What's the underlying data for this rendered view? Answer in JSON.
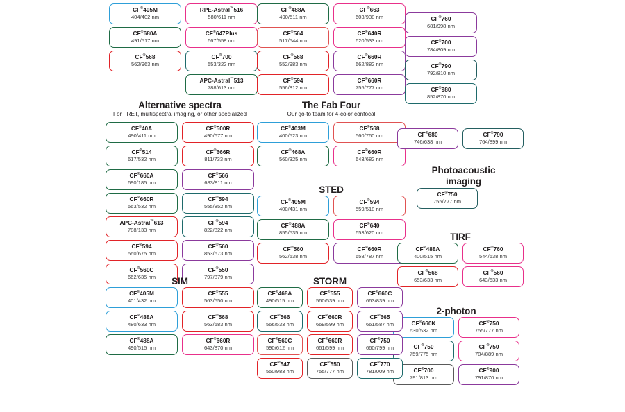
{
  "meta": {
    "palette": {
      "blue": "#2e9fd8",
      "green": "#1f6b45",
      "red": "#e12328",
      "pink": "#e8308a",
      "magenta": "#d6308f",
      "teal": "#1e6a6b",
      "purple": "#7a2f8f",
      "darkred": "#c0232c",
      "darkteal": "#245e60",
      "violet": "#8b3a9c"
    }
  },
  "groups": [
    {
      "id": "top-1",
      "title": "",
      "subtitle": "",
      "columns": [
        {
          "chips": [
            {
              "name": "CF",
              "sup": "®",
              "suffix": "405M",
              "wl": "404/402 nm",
              "color": "#2e9fd8"
            },
            {
              "name": "CF",
              "sup": "®",
              "suffix": "680A",
              "wl": "491/517 nm",
              "color": "#1f6b45"
            },
            {
              "name": "CF",
              "sup": "®",
              "suffix": "568",
              "wl": "562/963 nm",
              "color": "#e12328"
            }
          ]
        },
        {
          "chips": [
            {
              "name": "RPE-Astral",
              "sup": "™",
              "suffix": "516",
              "wl": "580/611 nm",
              "color": "#e8308a"
            },
            {
              "name": "CF",
              "sup": "®",
              "suffix": "647Plus",
              "wl": "667/558 nm",
              "color": "#e8308a"
            },
            {
              "name": "CF",
              "sup": "®",
              "suffix": "700",
              "wl": "553/322 nm",
              "color": "#1e6a6b"
            },
            {
              "name": "APC-Astral",
              "sup": "™",
              "suffix": "513",
              "wl": "788/613 nm",
              "color": "#1f6b45"
            }
          ]
        }
      ]
    },
    {
      "id": "top-2",
      "title": "",
      "subtitle": "",
      "columns": [
        {
          "chips": [
            {
              "name": "CF",
              "sup": "®",
              "suffix": "488A",
              "wl": "490/511 nm",
              "color": "#1f6b45"
            },
            {
              "name": "CF",
              "sup": "®",
              "suffix": "564",
              "wl": "517/544 nm",
              "color": "#e05252"
            },
            {
              "name": "CF",
              "sup": "®",
              "suffix": "568",
              "wl": "552/983 nm",
              "color": "#e12328"
            },
            {
              "name": "CF",
              "sup": "®",
              "suffix": "594",
              "wl": "556/812 nm",
              "color": "#e12328"
            }
          ]
        },
        {
          "chips": [
            {
              "name": "CF",
              "sup": "®",
              "suffix": "663",
              "wl": "603/938 nm",
              "color": "#e8308a"
            },
            {
              "name": "CF",
              "sup": "®",
              "suffix": "640R",
              "wl": "620/533 nm",
              "color": "#e8308a"
            },
            {
              "name": "CF",
              "sup": "®",
              "suffix": "660R",
              "wl": "662/882 nm",
              "color": "#8b3a9c"
            },
            {
              "name": "CF",
              "sup": "®",
              "suffix": "660R",
              "wl": "755/777 nm",
              "color": "#8b3a9c"
            }
          ]
        }
      ]
    },
    {
      "id": "top-3",
      "title": "",
      "subtitle": "",
      "columns": [
        {
          "chips": [
            {
              "name": "CF",
              "sup": "®",
              "suffix": "760",
              "wl": "681/998 nm",
              "color": "#8b3a9c"
            },
            {
              "name": "CF",
              "sup": "®",
              "suffix": "700",
              "wl": "784/809 nm",
              "color": "#8b3a9c"
            },
            {
              "name": "CF",
              "sup": "®",
              "suffix": "790",
              "wl": "792/810 nm",
              "color": "#245e60"
            },
            {
              "name": "CF",
              "sup": "®",
              "suffix": "980",
              "wl": "852/870 nm",
              "color": "#1e6a6b"
            }
          ]
        }
      ]
    },
    {
      "id": "alternative-spectra",
      "title": "Alternative spectra",
      "subtitle": "For FRET, multispectral imaging, or other specialized",
      "columns": [
        {
          "chips": [
            {
              "name": "CF",
              "sup": "®",
              "suffix": "40A",
              "wl": "490/411 nm",
              "color": "#1f6b45"
            },
            {
              "name": "CF",
              "sup": "®",
              "suffix": "514",
              "wl": "617/532 nm",
              "color": "#1f6b45"
            },
            {
              "name": "CF",
              "sup": "®",
              "suffix": "660A",
              "wl": "690/185 nm",
              "color": "#1f6b45"
            },
            {
              "name": "CF",
              "sup": "®",
              "suffix": "660R",
              "wl": "563/532 nm",
              "color": "#1f6b45"
            },
            {
              "name": "APC-Astral",
              "sup": "™",
              "suffix": "613",
              "wl": "788/133 nm",
              "color": "#e12328"
            },
            {
              "name": "CF",
              "sup": "®",
              "suffix": "594",
              "wl": "560/675 nm",
              "color": "#e12328"
            },
            {
              "name": "CF",
              "sup": "®",
              "suffix": "560C",
              "wl": "662/635 nm",
              "color": "#e12328"
            }
          ]
        },
        {
          "chips": [
            {
              "name": "CF",
              "sup": "®",
              "suffix": "500R",
              "wl": "490/677 nm",
              "color": "#e12328"
            },
            {
              "name": "CF",
              "sup": "®",
              "suffix": "666R",
              "wl": "811/733 nm",
              "color": "#e12328"
            },
            {
              "name": "CF",
              "sup": "®",
              "suffix": "566",
              "wl": "683/811 nm",
              "color": "#8b3a9c"
            },
            {
              "name": "CF",
              "sup": "®",
              "suffix": "594",
              "wl": "555/852 nm",
              "color": "#1e6a6b"
            },
            {
              "name": "CF",
              "sup": "®",
              "suffix": "594",
              "wl": "822/822 nm",
              "color": "#1e6a6b"
            },
            {
              "name": "CF",
              "sup": "®",
              "suffix": "560",
              "wl": "853/673 nm",
              "color": "#8b3a9c"
            },
            {
              "name": "CF",
              "sup": "®",
              "suffix": "550",
              "wl": "797/879 nm",
              "color": "#8b3a9c"
            }
          ]
        }
      ]
    },
    {
      "id": "the-fab-four",
      "title": "The Fab Four",
      "subtitle": "Our go-to team for 4-color confocal",
      "columns": [
        {
          "chips": [
            {
              "name": "CF",
              "sup": "®",
              "suffix": "403M",
              "wl": "400/523 nm",
              "color": "#2e9fd8"
            },
            {
              "name": "CF",
              "sup": "®",
              "suffix": "468A",
              "wl": "560/325 nm",
              "color": "#1f6b45"
            }
          ]
        },
        {
          "chips": [
            {
              "name": "CF",
              "sup": "®",
              "suffix": "568",
              "wl": "560/760 nm",
              "color": "#e05252"
            },
            {
              "name": "CF",
              "sup": "®",
              "suffix": "660R",
              "wl": "643/682 nm",
              "color": "#e8308a"
            }
          ]
        }
      ]
    },
    {
      "id": "sted",
      "title": "STED",
      "subtitle": "",
      "columns": [
        {
          "chips": [
            {
              "name": "CF",
              "sup": "®",
              "suffix": "405M",
              "wl": "400/431 nm",
              "color": "#2e9fd8"
            },
            {
              "name": "CF",
              "sup": "®",
              "suffix": "488A",
              "wl": "855/535 nm",
              "color": "#1f6b45"
            },
            {
              "name": "CF",
              "sup": "®",
              "suffix": "560",
              "wl": "562/538 nm",
              "color": "#e12328"
            }
          ]
        },
        {
          "chips": [
            {
              "name": "CF",
              "sup": "®",
              "suffix": "594",
              "wl": "559/518 nm",
              "color": "#e05252"
            },
            {
              "name": "CF",
              "sup": "®",
              "suffix": "640",
              "wl": "653/620 nm",
              "color": "#e8308a"
            },
            {
              "name": "CF",
              "sup": "®",
              "suffix": "660R",
              "wl": "658/787 nm",
              "color": "#8b3a9c"
            }
          ]
        }
      ]
    },
    {
      "id": "photoacoustic-top",
      "title": "",
      "subtitle": "",
      "columns": [
        {
          "chips": [
            {
              "name": "CF",
              "sup": "®",
              "suffix": "680",
              "wl": "746/638 nm",
              "color": "#8b3a9c"
            }
          ]
        },
        {
          "chips": [
            {
              "name": "CF",
              "sup": "®",
              "suffix": "790",
              "wl": "764/899 nm",
              "color": "#245e60"
            }
          ]
        }
      ]
    },
    {
      "id": "photoacoustic-imaging",
      "title": "Photoacoustic imaging",
      "subtitle": "",
      "columns": [
        {
          "chips": [
            {
              "name": "CF",
              "sup": "®",
              "suffix": "750",
              "wl": "755/777 nm",
              "color": "#245e60"
            }
          ]
        }
      ]
    },
    {
      "id": "tirf",
      "title": "TIRF",
      "subtitle": "",
      "columns": [
        {
          "chips": [
            {
              "name": "CF",
              "sup": "®",
              "suffix": "488A",
              "wl": "400/515 nm",
              "color": "#1f6b45"
            },
            {
              "name": "CF",
              "sup": "®",
              "suffix": "568",
              "wl": "653/633 nm",
              "color": "#e12328"
            }
          ]
        },
        {
          "chips": [
            {
              "name": "CF",
              "sup": "®",
              "suffix": "760",
              "wl": "544/638 nm",
              "color": "#e8308a"
            },
            {
              "name": "CF",
              "sup": "®",
              "suffix": "560",
              "wl": "643/633 nm",
              "color": "#e8308a"
            }
          ]
        }
      ]
    },
    {
      "id": "two-photon",
      "title": "2-photon",
      "subtitle": "",
      "columns": [
        {
          "chips": [
            {
              "name": "CF",
              "sup": "®",
              "suffix": "660K",
              "wl": "630/532 nm",
              "color": "#2e9fd8"
            },
            {
              "name": "CF",
              "sup": "®",
              "suffix": "750",
              "wl": "759/775 nm",
              "color": "#1e6a6b"
            },
            {
              "name": "CF",
              "sup": "®",
              "suffix": "700",
              "wl": "791/813 nm",
              "color": "#5a5a5a"
            }
          ]
        },
        {
          "chips": [
            {
              "name": "CF",
              "sup": "®",
              "suffix": "750",
              "wl": "755/777 nm",
              "color": "#e8308a"
            },
            {
              "name": "CF",
              "sup": "®",
              "suffix": "750",
              "wl": "784/889 nm",
              "color": "#e8308a"
            },
            {
              "name": "CF",
              "sup": "®",
              "suffix": "900",
              "wl": "791/870 nm",
              "color": "#8b3a9c"
            }
          ]
        }
      ]
    },
    {
      "id": "sim",
      "title": "SIM",
      "subtitle": "",
      "columns": [
        {
          "chips": [
            {
              "name": "CF",
              "sup": "®",
              "suffix": "405M",
              "wl": "401/432 nm",
              "color": "#2e9fd8"
            },
            {
              "name": "CF",
              "sup": "®",
              "suffix": "488A",
              "wl": "480/633 nm",
              "color": "#2e9fd8"
            },
            {
              "name": "CF",
              "sup": "®",
              "suffix": "488A",
              "wl": "490/515 nm",
              "color": "#1f6b45"
            }
          ]
        },
        {
          "chips": [
            {
              "name": "CF",
              "sup": "®",
              "suffix": "555",
              "wl": "563/550 nm",
              "color": "#e12328"
            },
            {
              "name": "CF",
              "sup": "®",
              "suffix": "568",
              "wl": "563/583 nm",
              "color": "#e12328"
            },
            {
              "name": "CF",
              "sup": "®",
              "suffix": "660R",
              "wl": "643/870 nm",
              "color": "#e8308a"
            }
          ]
        }
      ]
    },
    {
      "id": "storm",
      "title": "STORM",
      "subtitle": "",
      "columns": [
        {
          "chips": [
            {
              "name": "CF",
              "sup": "®",
              "suffix": "468A",
              "wl": "490/515 nm",
              "color": "#1f6b45"
            },
            {
              "name": "CF",
              "sup": "®",
              "suffix": "566",
              "wl": "566/533 nm",
              "color": "#1e6a6b"
            },
            {
              "name": "CF",
              "sup": "®",
              "suffix": "560C",
              "wl": "590/612 nm",
              "color": "#e05252"
            },
            {
              "name": "CF",
              "sup": "®",
              "suffix": "547",
              "wl": "550/983 nm",
              "color": "#e12328"
            }
          ]
        },
        {
          "chips": [
            {
              "name": "CF",
              "sup": "®",
              "suffix": "555",
              "wl": "560/539 nm",
              "color": "#e12328"
            },
            {
              "name": "CF",
              "sup": "®",
              "suffix": "660R",
              "wl": "669/599 nm",
              "color": "#e12328"
            },
            {
              "name": "CF",
              "sup": "®",
              "suffix": "660R",
              "wl": "661/599 nm",
              "color": "#e12328"
            },
            {
              "name": "CF",
              "sup": "®",
              "suffix": "550",
              "wl": "755/777 nm",
              "color": "#5a5a5a"
            }
          ]
        },
        {
          "chips": [
            {
              "name": "CF",
              "sup": "®",
              "suffix": "660C",
              "wl": "663/839 nm",
              "color": "#8b3a9c"
            },
            {
              "name": "CF",
              "sup": "®",
              "suffix": "665",
              "wl": "661/587 nm",
              "color": "#8b3a9c"
            },
            {
              "name": "CF",
              "sup": "®",
              "suffix": "750",
              "wl": "660/799 nm",
              "color": "#8b3a9c"
            },
            {
              "name": "CF",
              "sup": "®",
              "suffix": "770",
              "wl": "781/009 nm",
              "color": "#1e6a6b"
            }
          ]
        }
      ]
    }
  ]
}
